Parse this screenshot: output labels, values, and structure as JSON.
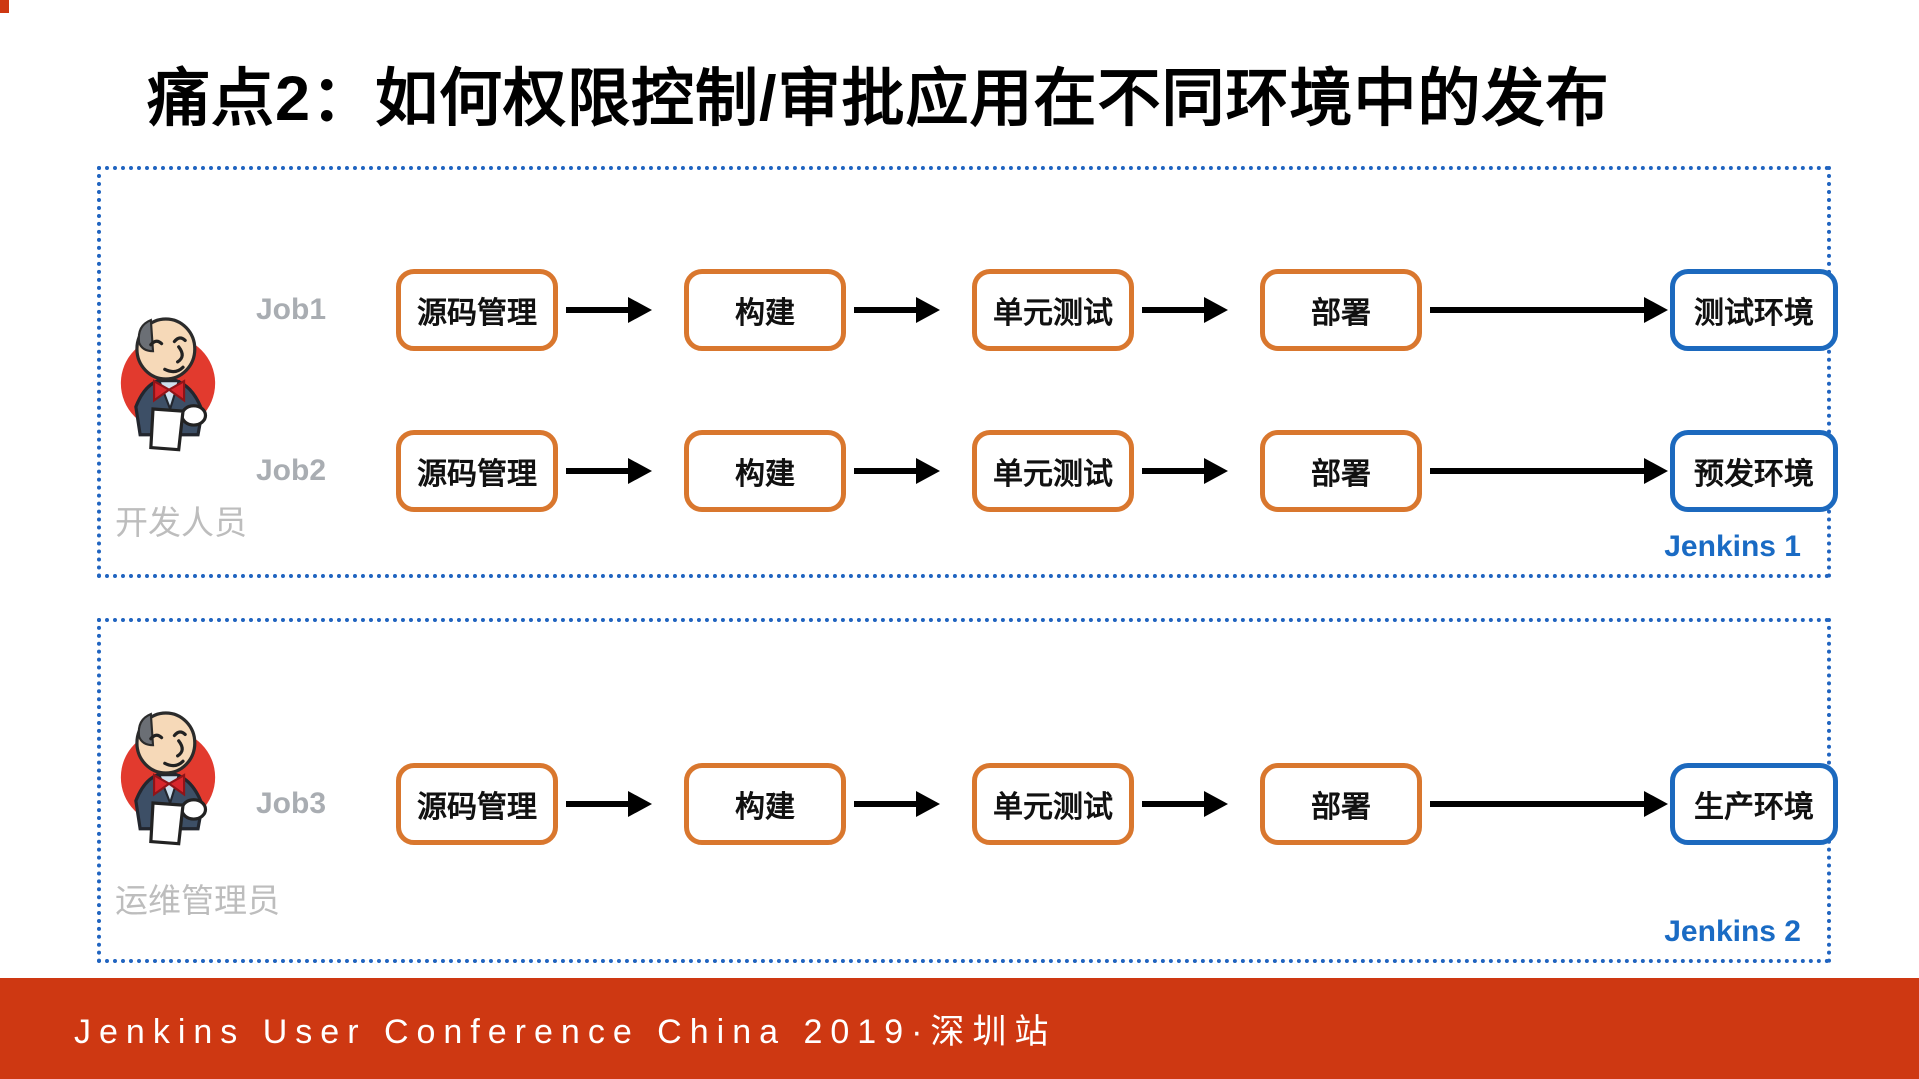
{
  "slide": {
    "title": "痛点2：如何权限控制/审批应用在不同环境中的发布",
    "footer": "Jenkins User Conference China 2019·深圳站"
  },
  "colors": {
    "stage_border": "#d9772e",
    "env_border": "#1c69be",
    "panel_border": "#2064c0",
    "jenkins_label": "#1a6bc4",
    "footer_bg": "#ce3812",
    "muted_label": "#bdbdbd"
  },
  "icons": {
    "mascot": "jenkins-butler-icon"
  },
  "pipelines": [
    {
      "name": "Jenkins 1",
      "actor": "开发人员",
      "jobs": [
        {
          "label": "Job1",
          "stages": [
            "源码管理",
            "构建",
            "单元测试",
            "部署"
          ],
          "env": "测试环境"
        },
        {
          "label": "Job2",
          "stages": [
            "源码管理",
            "构建",
            "单元测试",
            "部署"
          ],
          "env": "预发环境"
        }
      ]
    },
    {
      "name": "Jenkins 2",
      "actor": "运维管理员",
      "jobs": [
        {
          "label": "Job3",
          "stages": [
            "源码管理",
            "构建",
            "单元测试",
            "部署"
          ],
          "env": "生产环境"
        }
      ]
    }
  ]
}
